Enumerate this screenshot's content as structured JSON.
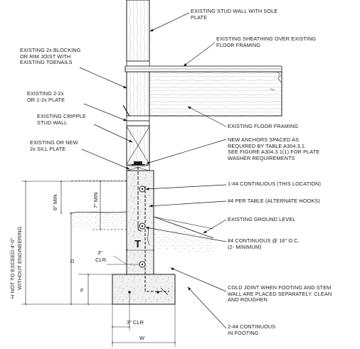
{
  "labels": {
    "stud_wall": "EXISTING STUD WALL WITH SOLE\nPLATE",
    "sheathing": "EXISTING SHEATHING OVER EXISTING\nFLOOR FRAMING",
    "blocking": "EXISTING 2x BLOCKING\nOR RIM JOIST WITH\nEXISTING TOENAILS",
    "plate": "EXISTING 2-2x\nOR 1-2x PLATE",
    "cripple": "EXISTING CRIPPLE\nSTUD WALL",
    "sill": "EXISTING OR NEW\n2x SILL PLATE",
    "floor_framing": "EXISTING FLOOR FRAMING",
    "anchors": "NEW ANCHORS SPACED AS\nREQUIRED BY TABLE A304.3.1.\nSEE FIGURE A304.3.1(1) FOR PLATE\nWASHER REQUIREMENTS",
    "rebar_top": "1-#4 CONTINUOUS (THIS LOCATION)",
    "hooks": "#4 PER TABLE (ALTERNATE HOOKS)",
    "ground": "EXISTING GROUND LEVEL",
    "rebar_cont": "#4 CONTINUOUS @ 16\" O.C.\n(2- MINIMUM)",
    "cold_joint": "COLD JOINT WHEN FOOTING AND STEM\nWALL ARE PLACED SEPARATELY. CLEAN\nAND ROUGHEN",
    "footing_bars": "2-#4 CONTINUOUS\nIN FOOTING"
  },
  "dimensions": {
    "six_min": "6\" MIN",
    "seven_min": "7\" MIN",
    "height_limit": "H NOT TO EXCEED 4'-0\"",
    "engineering": "WITHOUT ENGINEERING",
    "d": "D",
    "f": "F",
    "w": "W",
    "t": "T",
    "clr_top": "3\"",
    "clr_bottom": "CLR.",
    "clr_footing": "3\" CLR"
  }
}
